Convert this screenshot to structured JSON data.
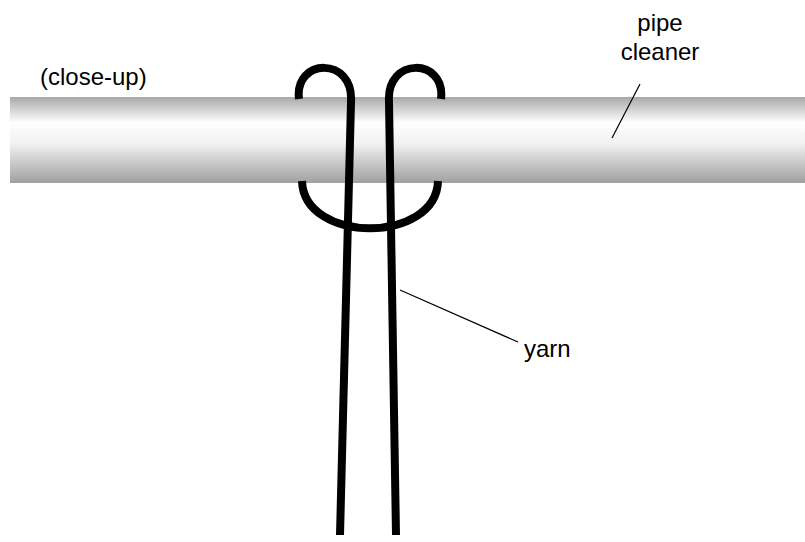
{
  "diagram": {
    "labels": [
      "(close-up)",
      "pipe cleaner",
      "yarn"
    ]
  }
}
